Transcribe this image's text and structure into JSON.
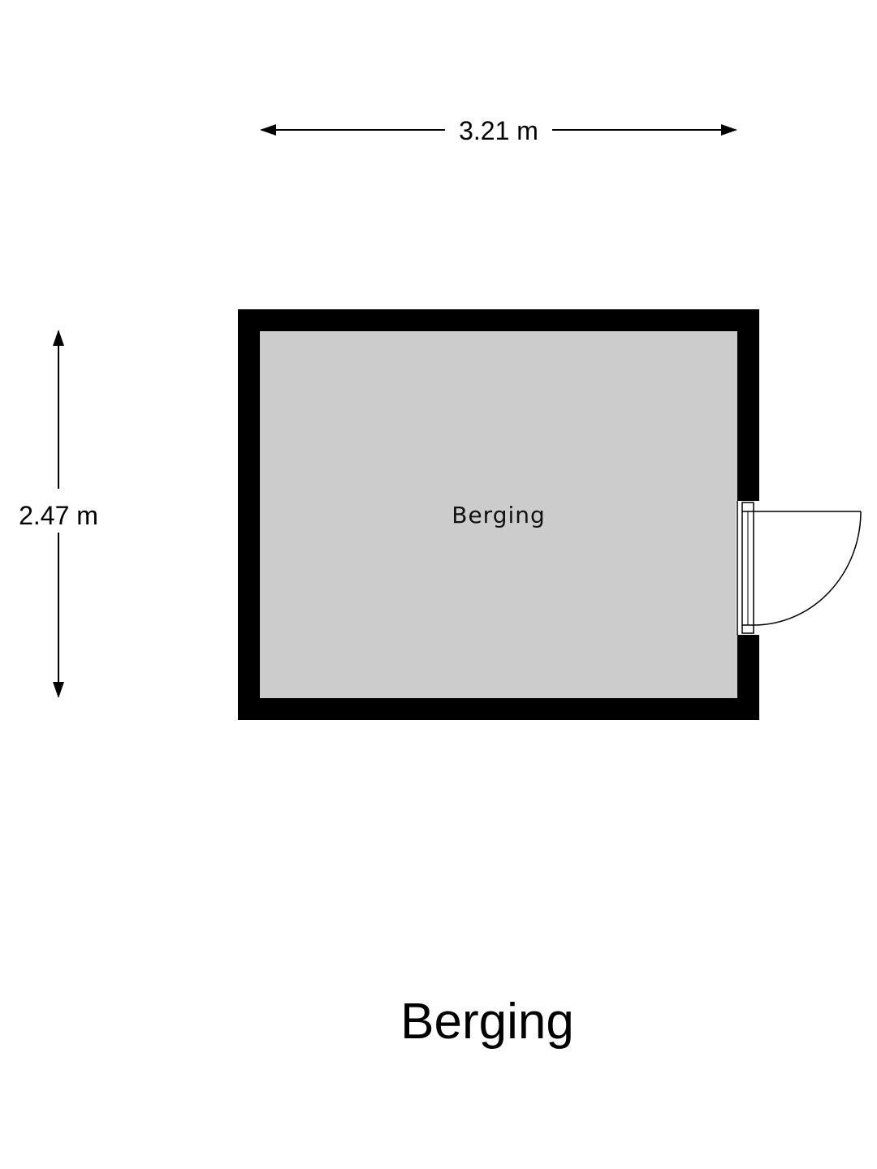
{
  "dimensions": {
    "width_label": "3.21 m",
    "height_label": "2.47 m"
  },
  "room": {
    "name": "Berging"
  },
  "plan_title": "Berging",
  "colors": {
    "wall": "#000000",
    "floor": "#cccccc",
    "background": "#ffffff"
  }
}
